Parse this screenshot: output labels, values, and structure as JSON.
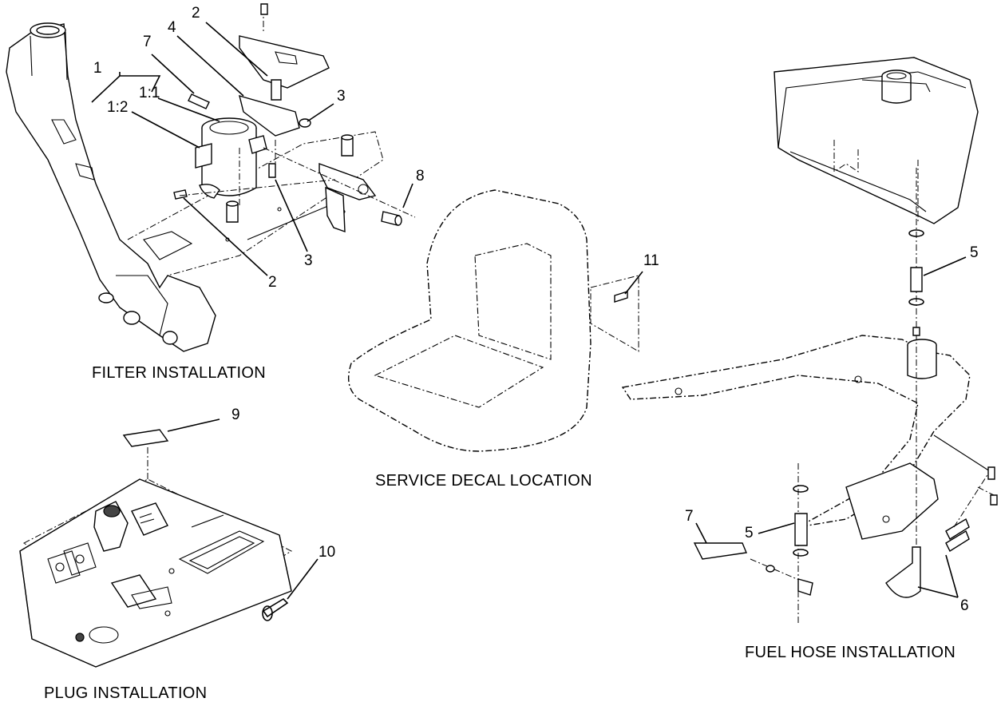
{
  "sections": {
    "filter_installation": "FILTER INSTALLATION",
    "plug_installation": "PLUG INSTALLATION",
    "service_decal_location": "SERVICE DECAL LOCATION",
    "fuel_hose_installation": "FUEL HOSE INSTALLATION"
  },
  "callouts": {
    "filter": {
      "c1": "1",
      "c1_2": "1:2",
      "c1_1": "1:1",
      "c7": "7",
      "c4": "4",
      "c2_top": "2",
      "c3_right": "3",
      "c8": "8",
      "c3_bottom": "3",
      "c2_bottom": "2"
    },
    "plug": {
      "c9": "9",
      "c10": "10"
    },
    "decal": {
      "c11": "11"
    },
    "fuel_hose": {
      "c5_top": "5",
      "c5_bottom": "5",
      "c7": "7",
      "c6": "6"
    }
  }
}
